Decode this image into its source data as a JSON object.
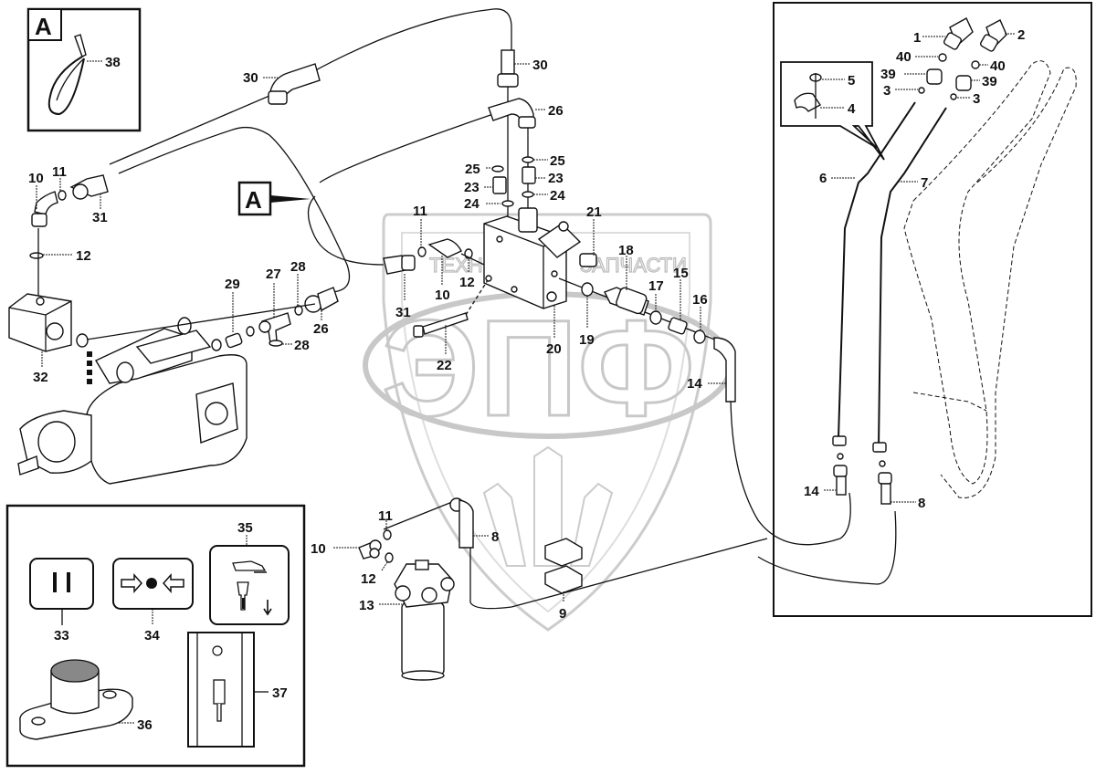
{
  "diagram": {
    "type": "exploded-parts-diagram",
    "watermark": {
      "logo_text": "ЭПФ",
      "left_text": "ТЕХНИКА",
      "right_text": "ЗАПЧАСТИ"
    },
    "detail_marker": "A",
    "detail_box_label": "A",
    "callouts": {
      "c1": "1",
      "c2": "2",
      "c3a": "3",
      "c3b": "3",
      "c4": "4",
      "c5": "5",
      "c6": "6",
      "c7": "7",
      "c8a": "8",
      "c8b": "8",
      "c9": "9",
      "c10a": "10",
      "c10b": "10",
      "c10c": "10",
      "c11a": "11",
      "c11b": "11",
      "c11c": "11",
      "c12a": "12",
      "c12b": "12",
      "c12c": "12",
      "c13": "13",
      "c14a": "14",
      "c14b": "14",
      "c15": "15",
      "c16": "16",
      "c17": "17",
      "c18": "18",
      "c19": "19",
      "c20": "20",
      "c21": "21",
      "c22": "22",
      "c23a": "23",
      "c23b": "23",
      "c24a": "24",
      "c24b": "24",
      "c25a": "25",
      "c25b": "25",
      "c26a": "26",
      "c26b": "26",
      "c27": "27",
      "c28a": "28",
      "c28b": "28",
      "c29": "29",
      "c30a": "30",
      "c30b": "30",
      "c31a": "31",
      "c31b": "31",
      "c32": "32",
      "c33": "33",
      "c34": "34",
      "c35": "35",
      "c36": "36",
      "c37": "37",
      "c38": "38",
      "c39a": "39",
      "c39b": "39",
      "c40a": "40",
      "c40b": "40"
    },
    "panels": [
      {
        "id": "detail-A",
        "label": "A",
        "contains": [
          "38"
        ]
      },
      {
        "id": "boom-lines",
        "contains": [
          "1",
          "2",
          "3",
          "4",
          "5",
          "6",
          "7",
          "8",
          "14",
          "39",
          "40"
        ]
      },
      {
        "id": "controls",
        "contains": [
          "33",
          "34",
          "35",
          "36",
          "37"
        ]
      }
    ],
    "symbols": {
      "s33": "pause-symbol",
      "s34": "arrows-to-center-symbol",
      "s35": "foot-pedal-tool-down-symbol"
    }
  }
}
